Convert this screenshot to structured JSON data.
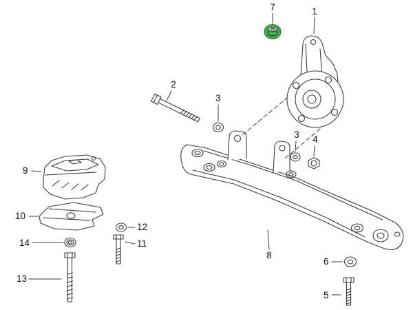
{
  "diagram": {
    "background_color": "#ffffff",
    "line_color": "#3a3a3a",
    "highlight_color": "#3fae49",
    "highlight_edge_color": "#2a7b2e",
    "callouts": {
      "c1": "1",
      "c2": "2",
      "c3a": "3",
      "c3b": "3",
      "c4": "4",
      "c5": "5",
      "c6": "6",
      "c7": "7",
      "c8": "8",
      "c9": "9",
      "c10": "10",
      "c11": "11",
      "c12": "12",
      "c13": "13",
      "c14": "14"
    }
  }
}
